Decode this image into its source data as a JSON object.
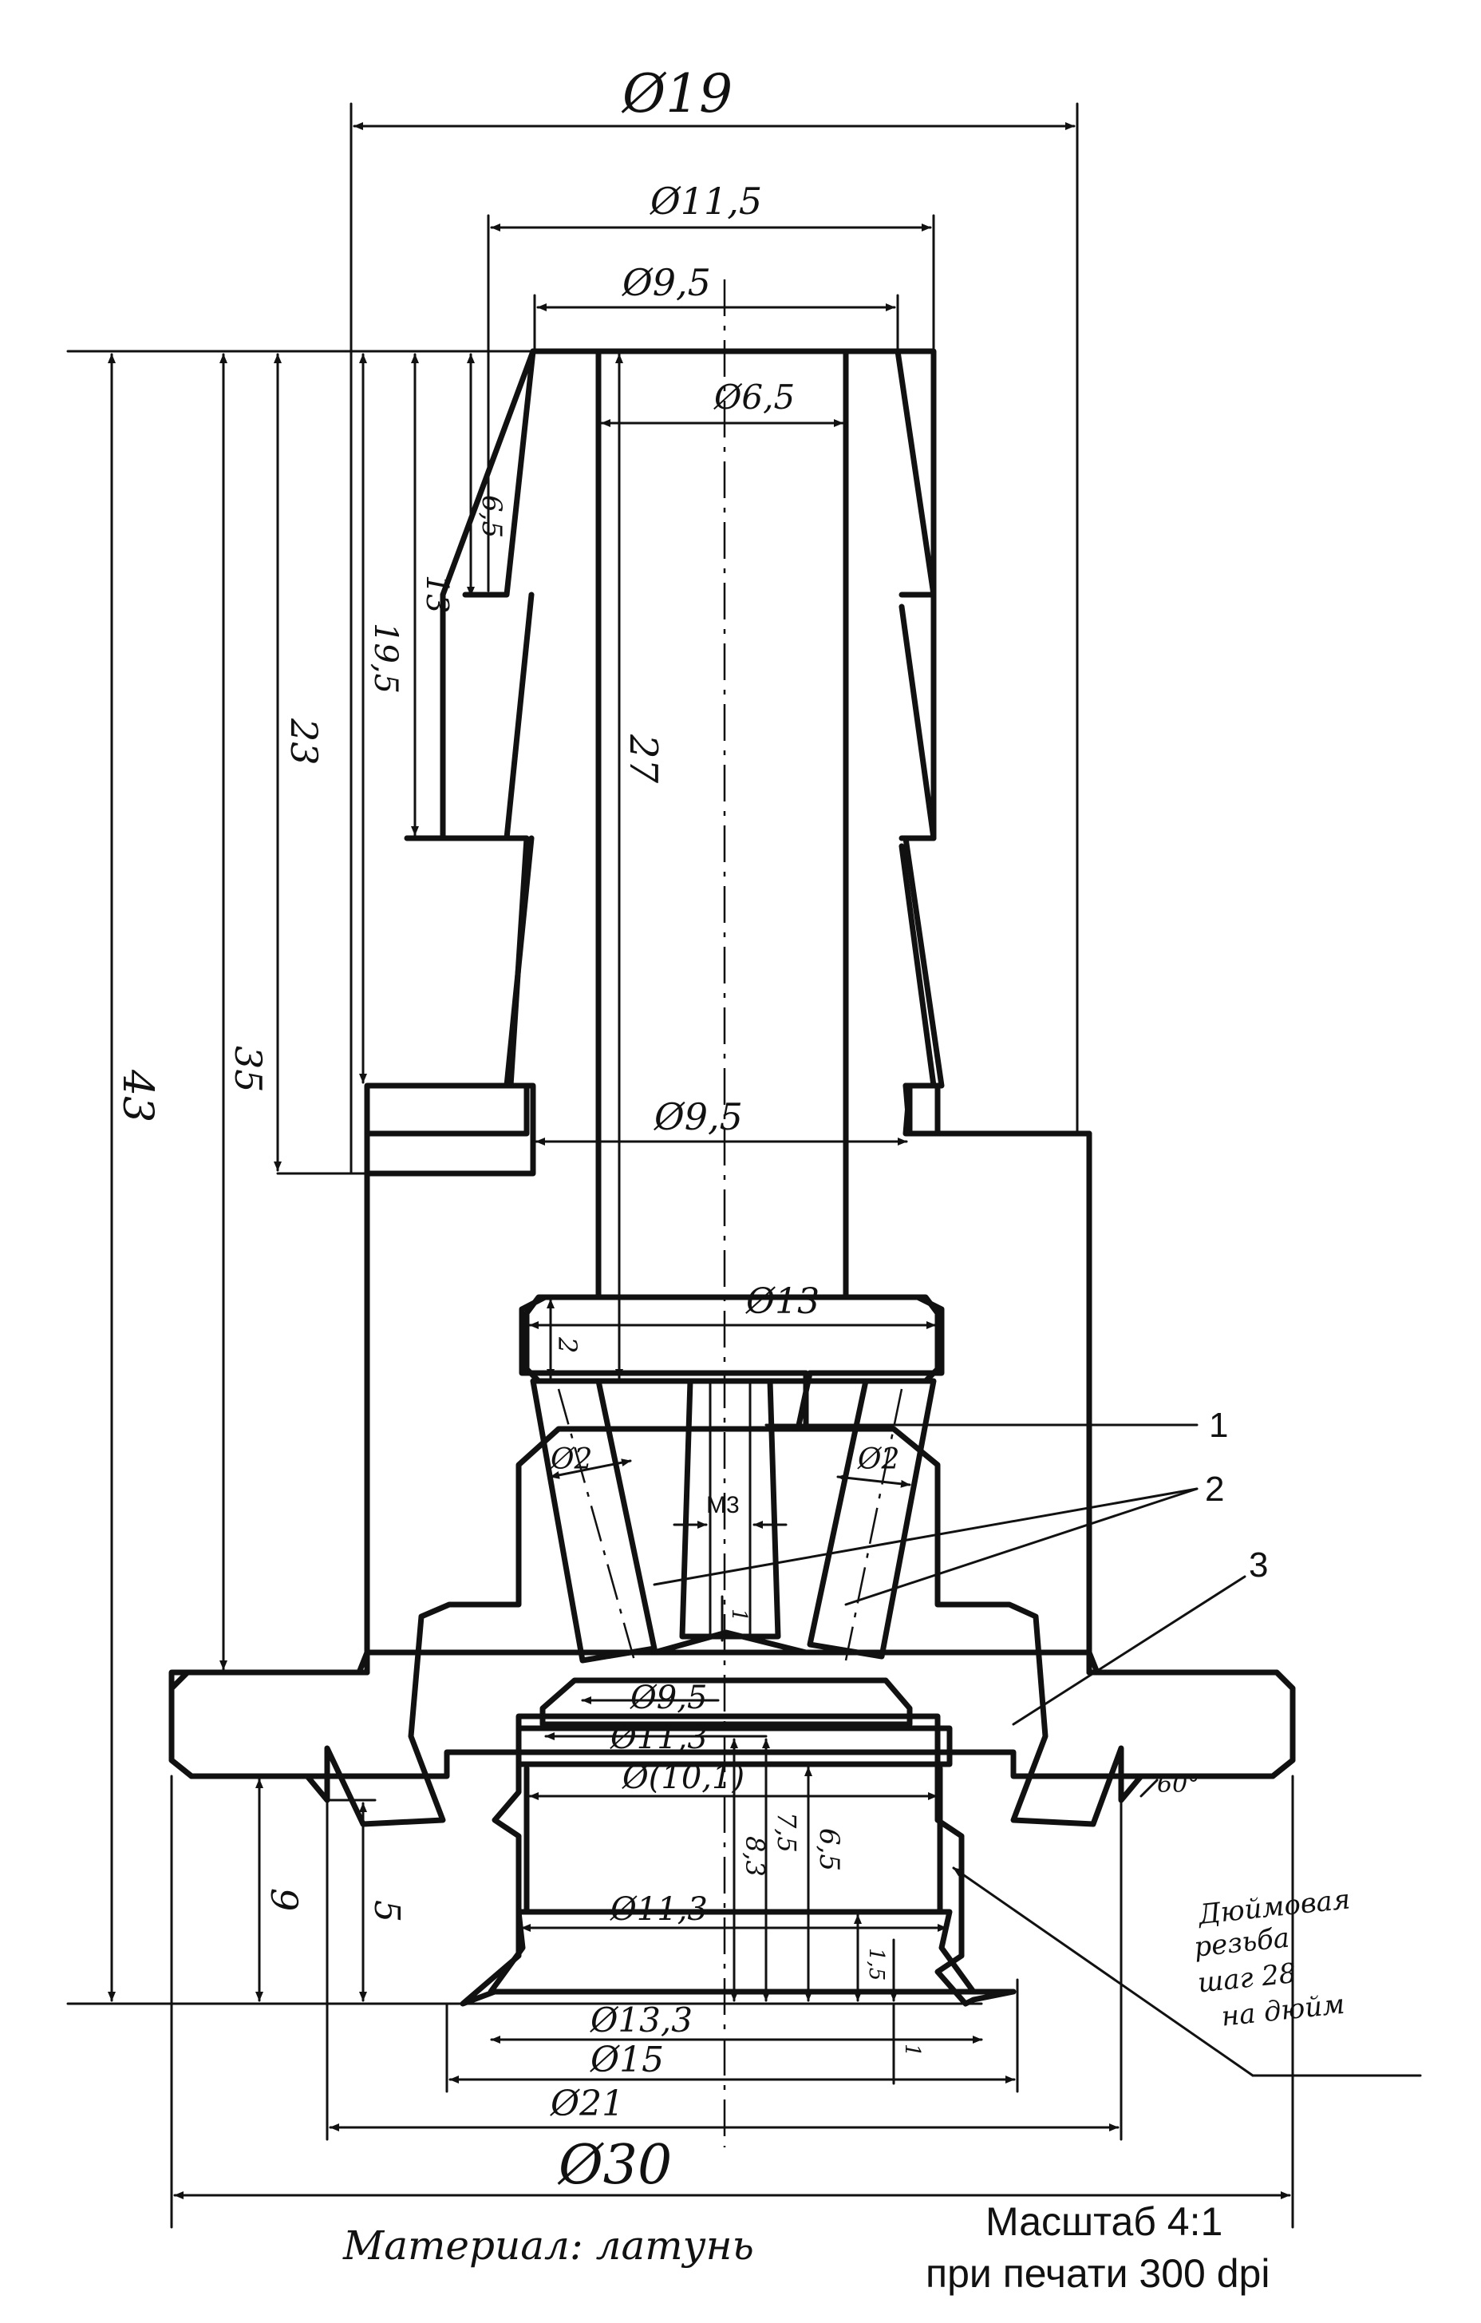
{
  "drawing": {
    "dimensions": {
      "d19": "Ø19",
      "d11_5": "Ø11,5",
      "d9_5_top": "Ø9,5",
      "d6_5": "Ø6,5",
      "d9_5_mid": "Ø9,5",
      "d13": "Ø13",
      "d2_left": "Ø2",
      "d2_right": "Ø2",
      "m3": "M3",
      "d9_5_low": "Ø9,5",
      "d11_3_top": "Ø11,3",
      "d10_1": "Ø(10,1)",
      "d11_3_low": "Ø11,3",
      "d13_3": "Ø13,3",
      "d15": "Ø15",
      "d21": "Ø21",
      "d30": "Ø30",
      "h6_5": "6,5",
      "h13": "13",
      "h19_5": "19,5",
      "h23": "23",
      "h27": "27",
      "h35": "35",
      "h43": "43",
      "h2": "2",
      "h1": "1",
      "h9": "9",
      "h5": "5",
      "h8_3": "8,3",
      "h7_5": "7,5",
      "h6_5_low": "6,5",
      "h1_5": "1,5",
      "h1_low": "1",
      "angle60": "60°"
    },
    "callouts": [
      "1",
      "2",
      "3"
    ],
    "thread_note": [
      "Дюймовая",
      "резьба",
      "шаг 28",
      "на дюйм"
    ],
    "material": "Материал: латунь",
    "scale": [
      "Масштаб 4:1",
      "при печати 300 dpi"
    ]
  }
}
